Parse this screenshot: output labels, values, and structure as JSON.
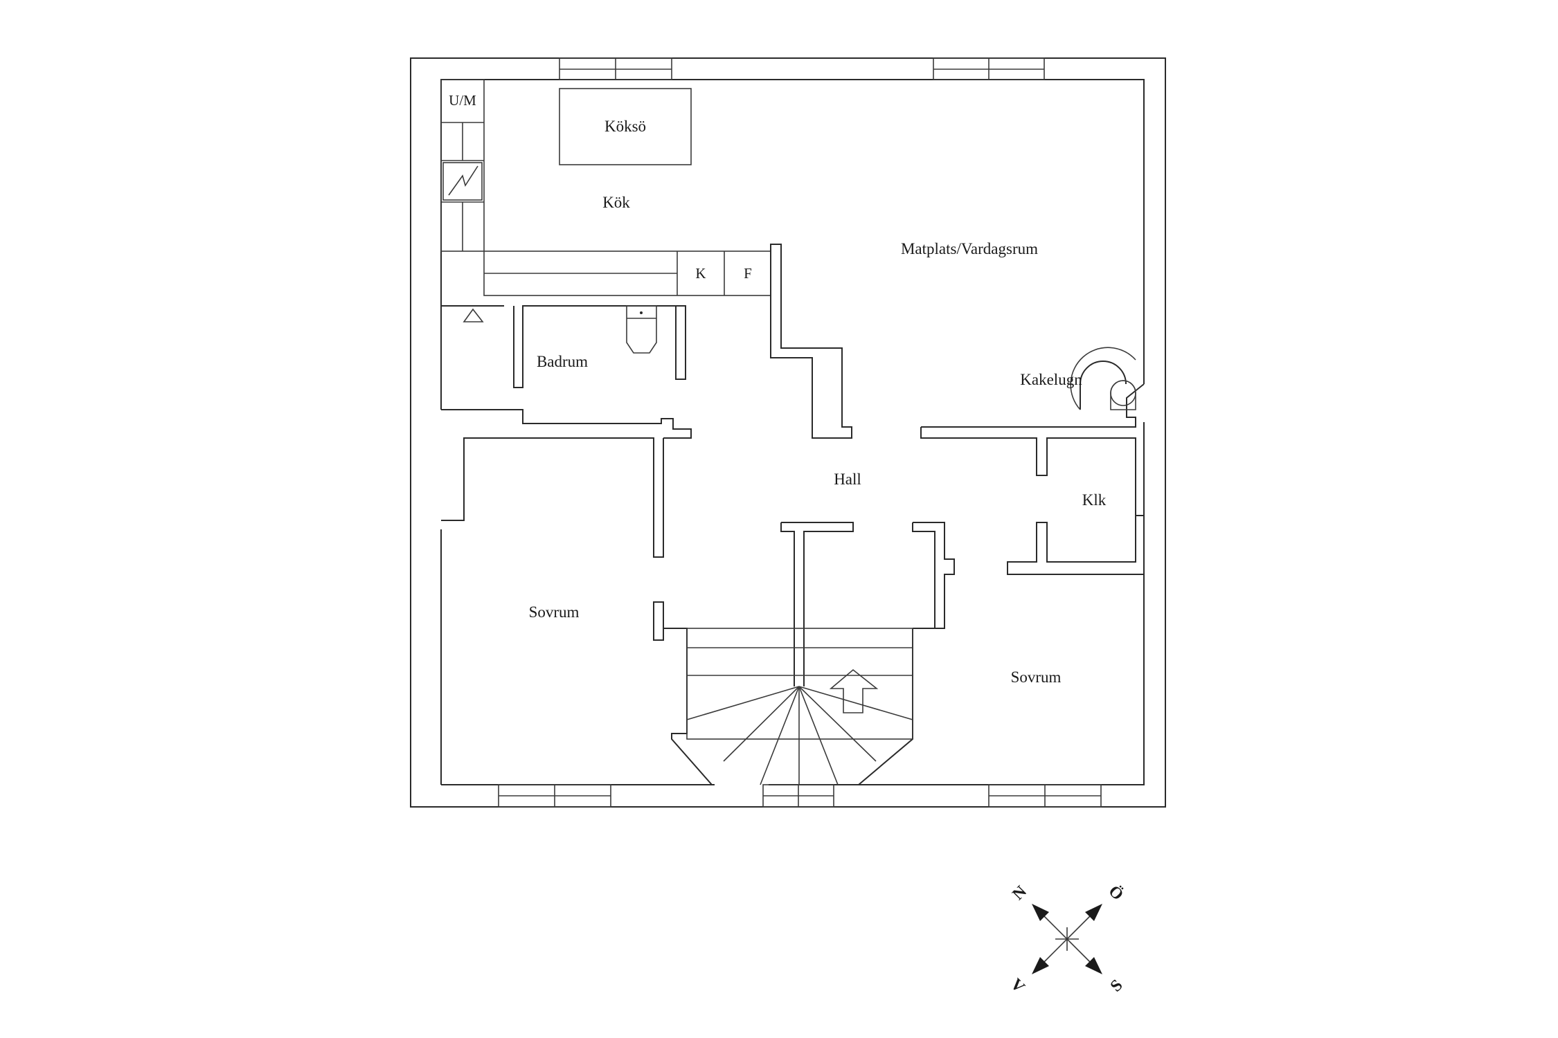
{
  "rooms": {
    "kok": "Kök",
    "kokso": "Köksö",
    "matplats": "Matplats/Vardagsrum",
    "badrum": "Badrum",
    "kakelugn": "Kakelugn",
    "hall": "Hall",
    "klk": "Klk",
    "sovrum_left": "Sovrum",
    "sovrum_right": "Sovrum"
  },
  "appliances": {
    "um": "U/M",
    "k": "K",
    "f": "F"
  },
  "compass": {
    "north": "N",
    "east": "Ö",
    "south": "S",
    "west": "V"
  }
}
